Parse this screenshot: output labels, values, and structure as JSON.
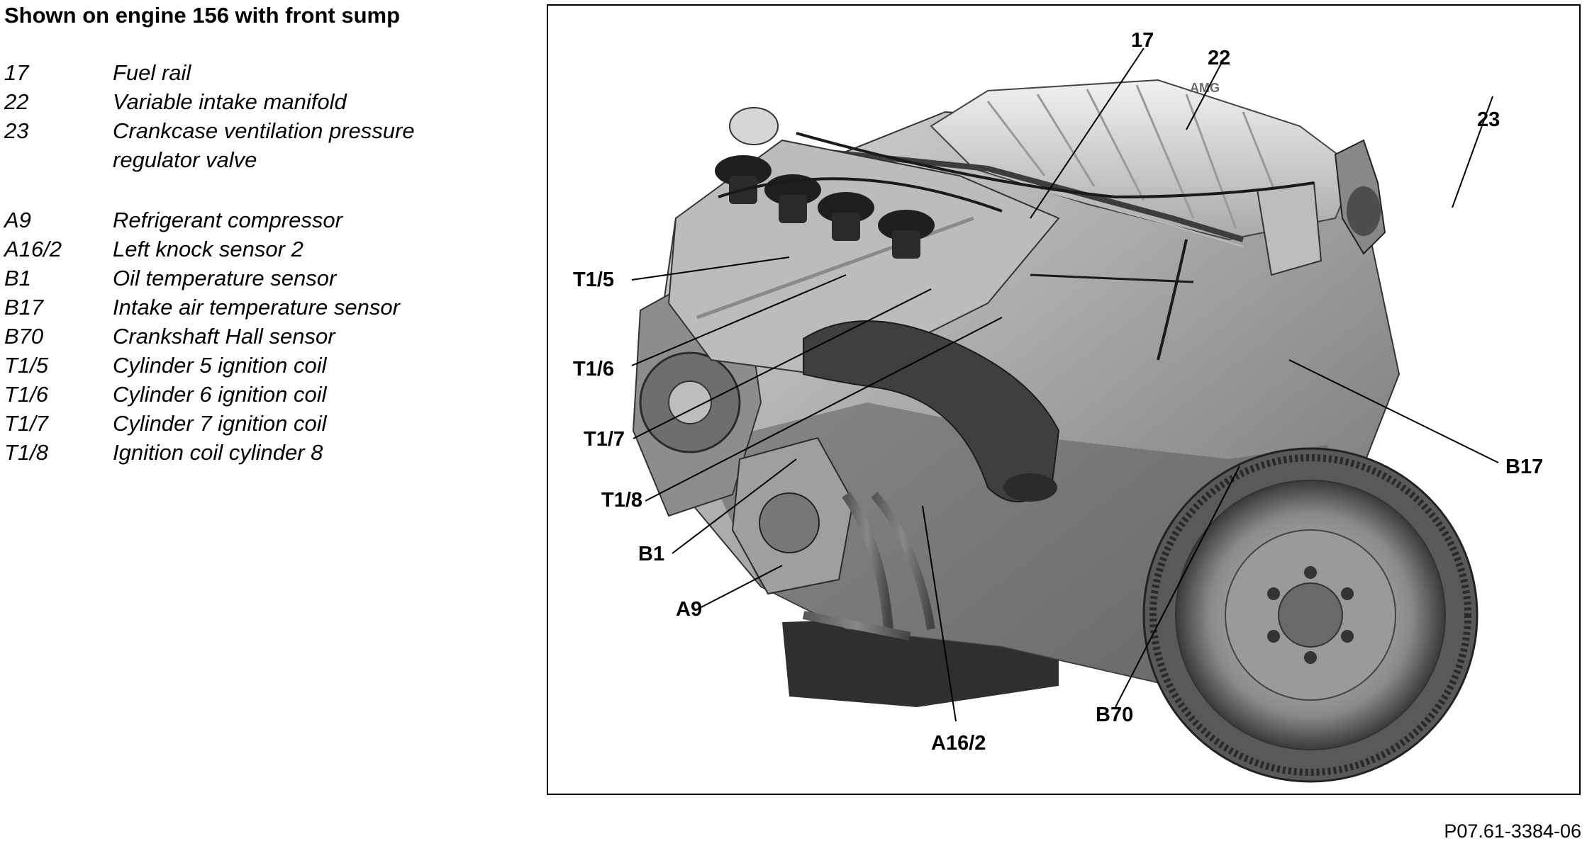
{
  "title": "Shown on engine 156 with front sump",
  "legend": {
    "group1": [
      {
        "code": "17",
        "desc": "Fuel rail"
      },
      {
        "code": "22",
        "desc": "Variable intake manifold"
      },
      {
        "code": "23",
        "desc": "Crankcase ventilation pressure regulator valve"
      }
    ],
    "group2": [
      {
        "code": "A9",
        "desc": "Refrigerant compressor"
      },
      {
        "code": "A16/2",
        "desc": "Left knock sensor 2"
      },
      {
        "code": "B1",
        "desc": "Oil temperature sensor"
      },
      {
        "code": "B17",
        "desc": "Intake air temperature sensor"
      },
      {
        "code": "B70",
        "desc": "Crankshaft Hall sensor"
      },
      {
        "code": "T1/5",
        "desc": "Cylinder 5 ignition coil"
      },
      {
        "code": "T1/6",
        "desc": "Cylinder 6 ignition coil"
      },
      {
        "code": "T1/7",
        "desc": "Cylinder 7 ignition coil"
      },
      {
        "code": "T1/8",
        "desc": "Ignition coil cylinder 8"
      }
    ]
  },
  "figure": {
    "callouts": {
      "c17": "17",
      "c22": "22",
      "c23": "23",
      "t15": "T1/5",
      "t16": "T1/6",
      "t17": "T1/7",
      "t18": "T1/8",
      "b1": "B1",
      "a9": "A9",
      "a162": "A16/2",
      "b70": "B70",
      "b17": "B17"
    },
    "badge": "AMG"
  },
  "figure_ref": "P07.61-3384-06"
}
